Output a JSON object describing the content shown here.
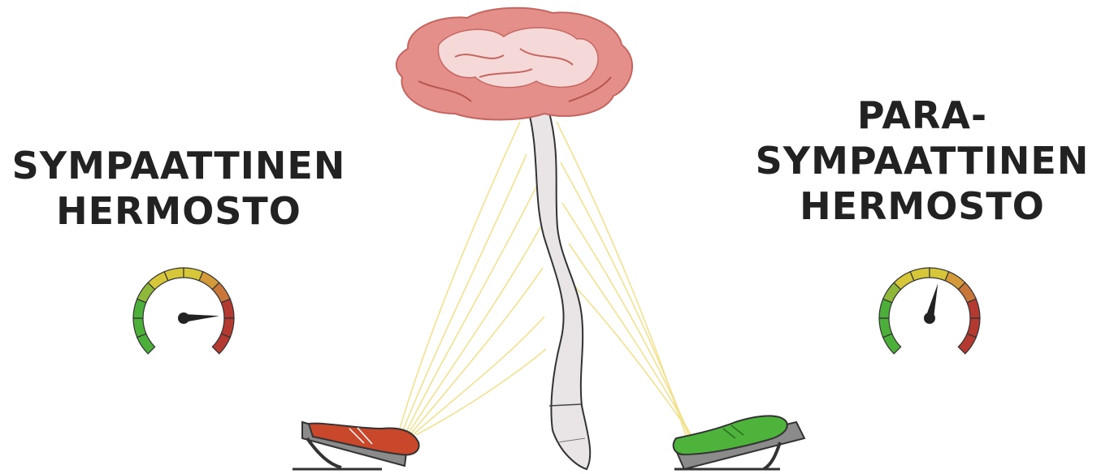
{
  "left": {
    "title_lines": [
      "SYMPAATTINEN",
      "HERMOSTO"
    ],
    "gauge_level": 0.82,
    "shoe_color": "#c9472b"
  },
  "right": {
    "title_lines": [
      "PARA-",
      "SYMPAATTINEN",
      "HERMOSTO"
    ],
    "gauge_level": 0.55,
    "shoe_color": "#4db33a"
  },
  "colors": {
    "brain": "#e58f8a",
    "gauge_green": "#4caf3a",
    "gauge_yellow": "#d6c63a",
    "gauge_red": "#b33a30",
    "nerve": "#f2e08a"
  }
}
